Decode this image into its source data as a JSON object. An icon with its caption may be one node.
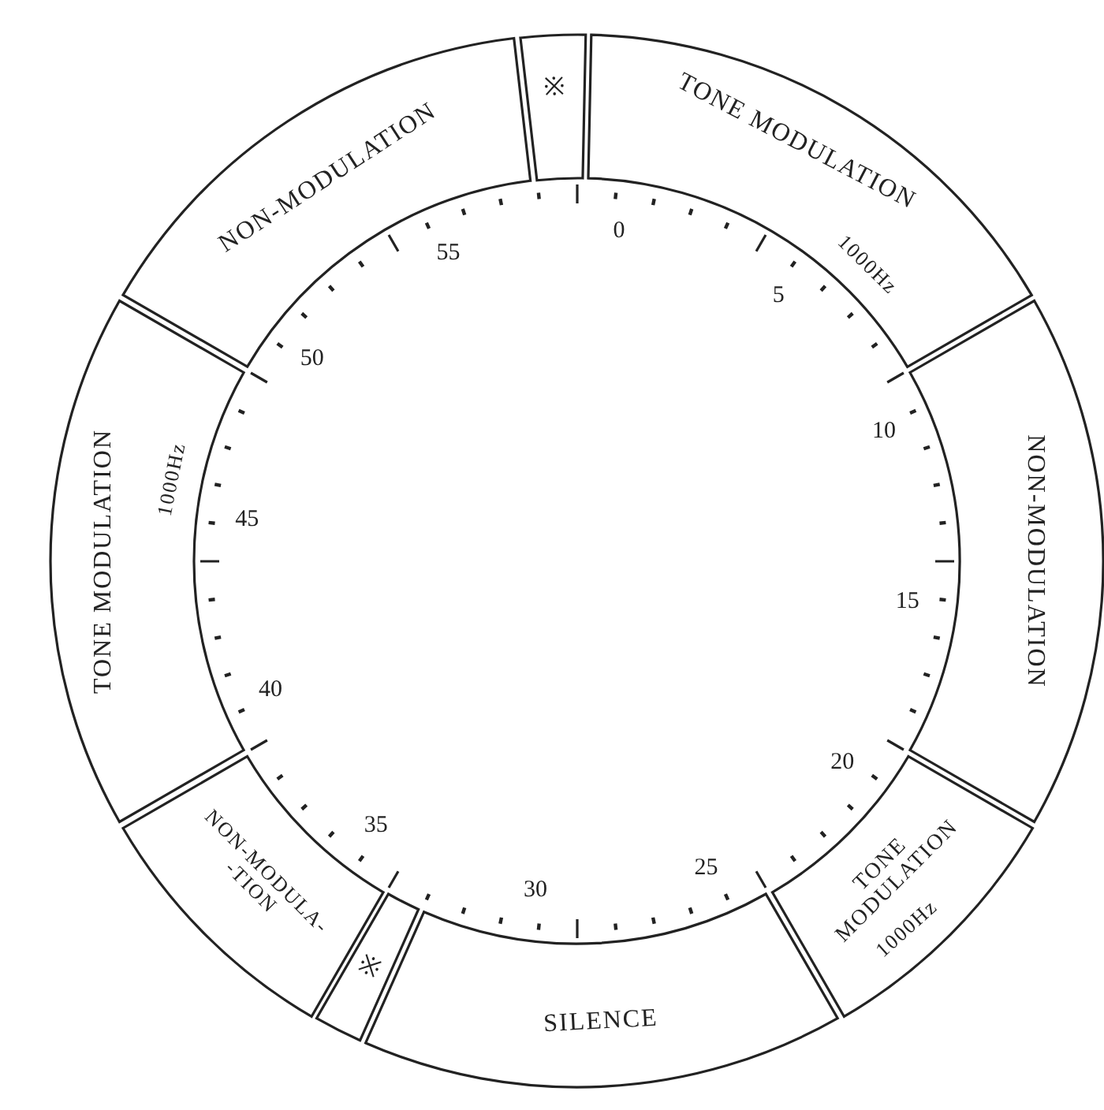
{
  "diagram": {
    "nodes": [
      {
        "text": [
          "NON-MODULATION"
        ]
      },
      {
        "text": [
          "※"
        ]
      },
      {
        "text": [
          "TONE MODULATION",
          "1000Hz"
        ]
      },
      {
        "text": [
          "NON-MODULATION"
        ]
      },
      {
        "text": [
          "TONE MODULATION",
          "1000Hz"
        ]
      },
      {
        "text": [
          "SILENCE"
        ]
      },
      {
        "text": [
          "※"
        ]
      },
      {
        "text": [
          "NON-MODULA- -TION"
        ]
      },
      {
        "text": [
          "TONE MODULATION",
          "1000Hz"
        ]
      }
    ],
    "labels": [
      "0",
      "5",
      "10",
      "15",
      "20",
      "25",
      "30",
      "35",
      "40",
      "45",
      "50",
      "55"
    ]
  }
}
